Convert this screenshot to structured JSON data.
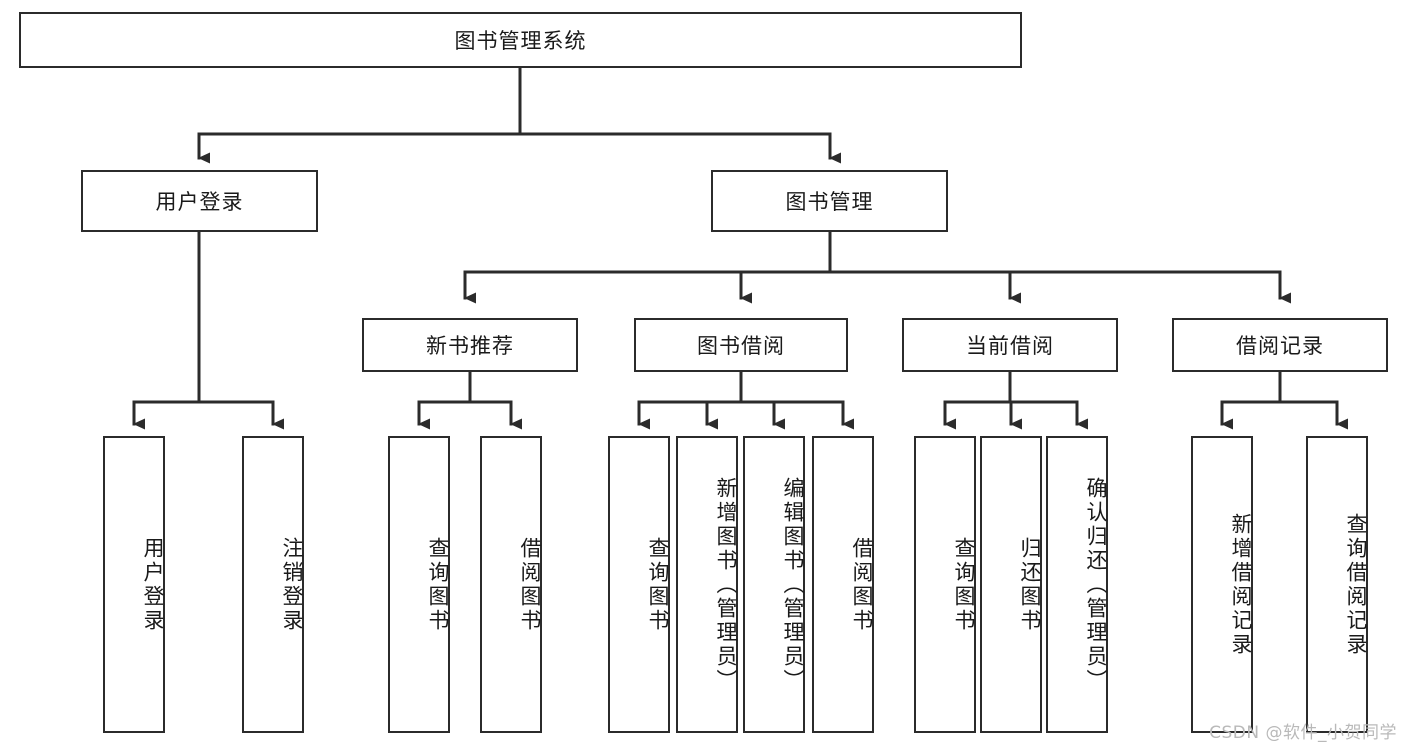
{
  "diagram": {
    "title": "图书管理系统",
    "type": "tree-hierarchy-diagram",
    "colors": {
      "box_border": "#2b2b2b",
      "box_fill": "#ffffff",
      "connector": "#2b2b2b",
      "text": "#1a1a1a",
      "watermark": "#b9b9b9",
      "background": "#ffffff"
    },
    "root": {
      "label": "图书管理系统"
    },
    "level2": [
      {
        "label": "用户登录"
      },
      {
        "label": "图书管理"
      }
    ],
    "level3": [
      {
        "label": "新书推荐"
      },
      {
        "label": "图书借阅"
      },
      {
        "label": "当前借阅"
      },
      {
        "label": "借阅记录"
      }
    ],
    "leaves": {
      "user_login": [
        {
          "label": "用户登录"
        },
        {
          "label": "注销登录"
        }
      ],
      "new_book_recommend": [
        {
          "label": "查询图书"
        },
        {
          "label": "借阅图书"
        }
      ],
      "book_borrow": [
        {
          "label": "查询图书"
        },
        {
          "label": "新增图书（管理员）"
        },
        {
          "label": "编辑图书（管理员）"
        },
        {
          "label": "借阅图书"
        }
      ],
      "current_borrow": [
        {
          "label": "查询图书"
        },
        {
          "label": "归还图书"
        },
        {
          "label": "确认归还（管理员）"
        }
      ],
      "borrow_record": [
        {
          "label": "新增借阅记录"
        },
        {
          "label": "查询借阅记录"
        }
      ]
    }
  },
  "watermark": {
    "text": "CSDN @软件_小贺同学"
  }
}
